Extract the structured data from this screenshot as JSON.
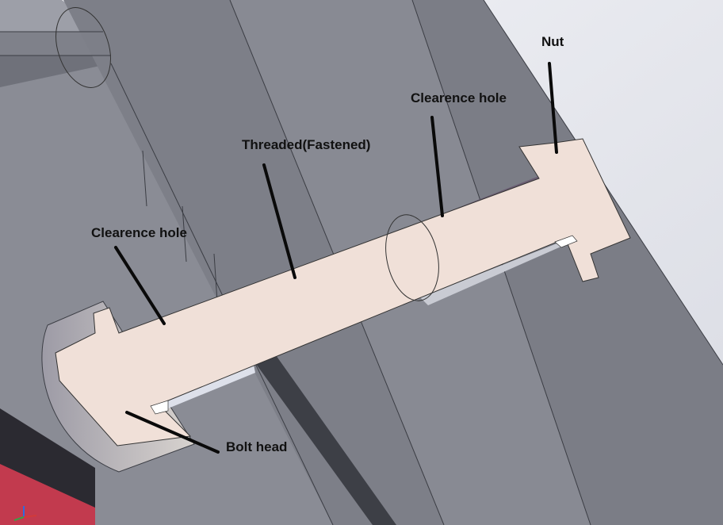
{
  "labels": {
    "nut": "Nut",
    "clearance_hole_right": "Clearence hole",
    "threaded": "Threaded(Fastened)",
    "clearance_hole_left": "Clearence hole",
    "bolt_head": "Bolt head"
  },
  "colors": {
    "background": "#e6e8ee",
    "plate_light": "#8a8c95",
    "plate_mid": "#7d7f88",
    "plate_dark": "#6c6e77",
    "bolt": "#f0e0d8",
    "clearance_gap": "#7a6a80",
    "leader": "#0a0a0a",
    "red_part": "#c23a4e"
  },
  "icons": [
    "triad-axis-icon"
  ]
}
